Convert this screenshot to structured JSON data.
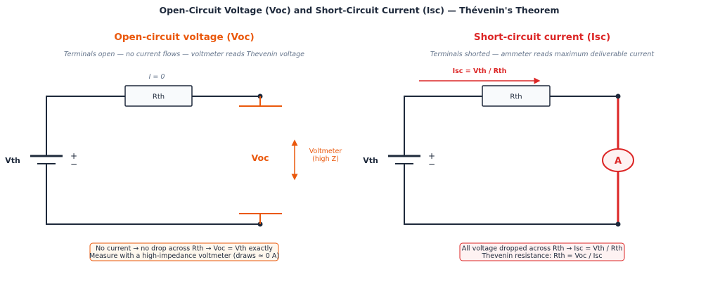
{
  "title": "Open-Circuit Voltage (Voc) and Short-Circuit Current (Isc) — Thévenin's Theorem",
  "left_panel": {
    "heading": "Open-circuit voltage (Voc)",
    "subtitle": "Terminals open — no current flows — voltmeter reads Thevenin voltage",
    "current_label": "I = 0",
    "resistor_label": "Rth",
    "source_label": "Vth",
    "plus": "+",
    "minus": "−",
    "voc_label": "Voc",
    "voltmeter_line1": "Voltmeter",
    "voltmeter_line2": "(high Z)",
    "note_line1": "No current  →  no drop across Rth  →  Voc = Vth exactly",
    "note_line2": "Measure with a high-impedance voltmeter (draws ≈ 0 A)",
    "accent": "#ea580c"
  },
  "right_panel": {
    "heading": "Short-circuit current (Isc)",
    "subtitle": "Terminals shorted — ammeter reads maximum deliverable current",
    "current_label": "Isc = Vth / Rth",
    "resistor_label": "Rth",
    "source_label": "Vth",
    "plus": "+",
    "minus": "−",
    "ammeter_label": "A",
    "note_line1": "All voltage dropped across Rth  →  Isc = Vth / Rth",
    "note_line2": "Thevenin resistance:  Rth = Voc / Isc",
    "accent": "#dc2626"
  }
}
